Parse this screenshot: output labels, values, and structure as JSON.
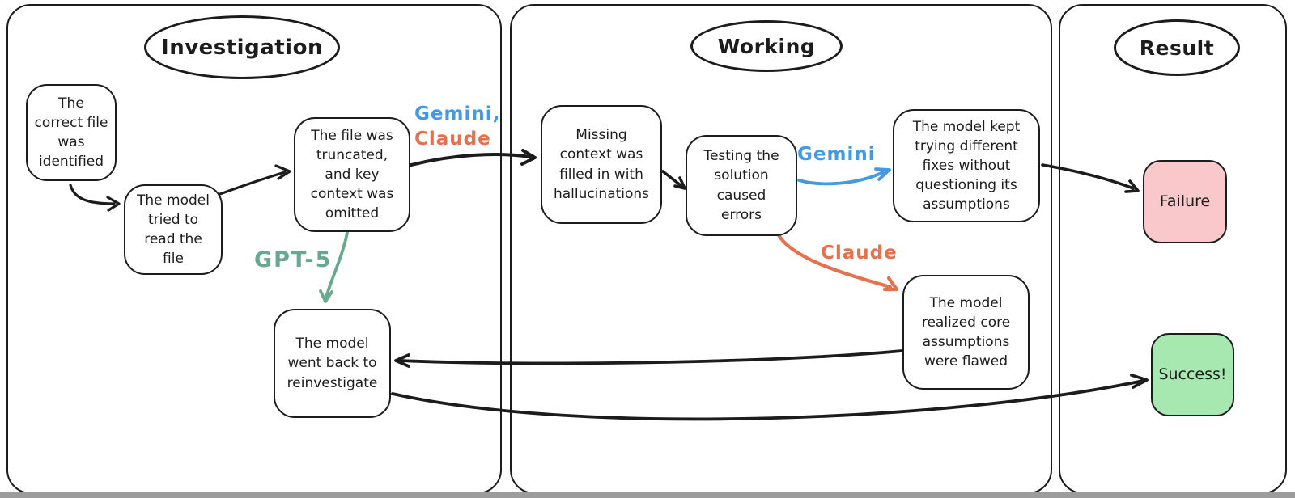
{
  "sections": {
    "investigation": {
      "title": "Investigation"
    },
    "working": {
      "title": "Working"
    },
    "result": {
      "title": "Result"
    }
  },
  "nodes": {
    "correct_file": {
      "text": "The\ncorrect file\nwas\nidentified"
    },
    "tried_read": {
      "text": "The model\ntried to\nread the\nfile"
    },
    "truncated": {
      "text": "The file was\ntruncated,\nand key\ncontext was\nomitted"
    },
    "missing_context": {
      "text": "Missing\ncontext was\nfilled in with\nhallucinations"
    },
    "testing": {
      "text": "Testing the\nsolution\ncaused\nerrors"
    },
    "kept_trying": {
      "text": "The model kept\ntrying different\nfixes without\nquestioning its\nassumptions"
    },
    "realized": {
      "text": "The model\nrealized core\nassumptions\nwere flawed"
    },
    "reinvestigate": {
      "text": "The model\nwent back to\nreinvestigate"
    },
    "failure": {
      "text": "Failure",
      "fill": "#f8c8ca"
    },
    "success": {
      "text": "Success!",
      "fill": "#a6e8b0"
    }
  },
  "edge_labels": {
    "gemini_comma": {
      "text": "Gemini,",
      "color": "#4499e5"
    },
    "claude_top": {
      "text": "Claude",
      "color": "#e4724e"
    },
    "gemini": {
      "text": "Gemini",
      "color": "#4499e5"
    },
    "claude": {
      "text": "Claude",
      "color": "#e4724e"
    },
    "gpt5": {
      "text": "GPT-5",
      "color": "#66a98f"
    }
  },
  "colors": {
    "stroke_black": "#1c1c1c",
    "gemini_blue": "#4499e5",
    "claude_orange": "#e4724e",
    "gpt5_green": "#66a98f",
    "failure_fill": "#f8c8ca",
    "success_fill": "#a6e8b0",
    "bottom_strip_gray": "#9c9c9c"
  }
}
